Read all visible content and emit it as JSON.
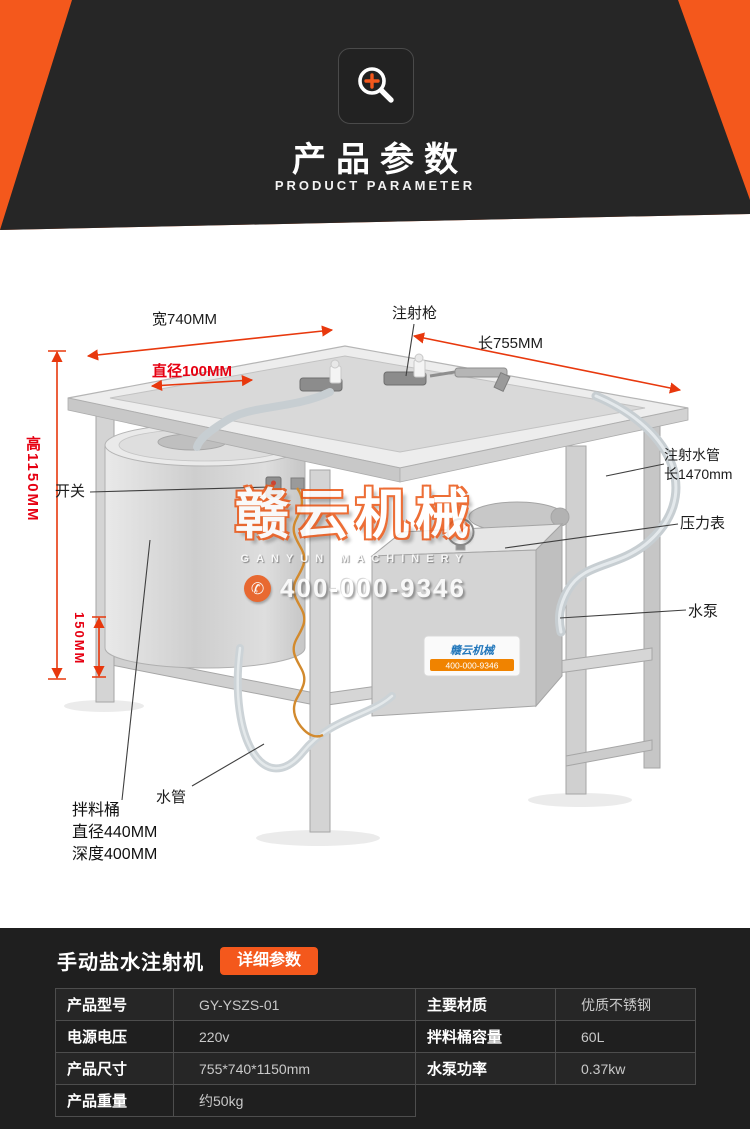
{
  "colors": {
    "accent_orange": "#f4581c",
    "dark_bg": "#262626",
    "dim_red": "#e60012"
  },
  "header": {
    "title": "产品参数",
    "subtitle": "PRODUCT PARAMETER",
    "icon": "magnifier-plus-icon"
  },
  "diagram": {
    "labels": {
      "width": "宽740MM",
      "injection_gun": "注射枪",
      "length": "长755MM",
      "diameter": "直径100MM",
      "height": "高1150MM",
      "switch": "开关",
      "pipe_line1": "注射水管",
      "pipe_line2": "长1470mm",
      "pressure_gauge": "压力表",
      "water_pump": "水泵",
      "shelf_height": "150MM",
      "water_hose": "水管",
      "barrel_line1": "拌料桶",
      "barrel_line2": "直径440MM",
      "barrel_line3": "深度400MM"
    },
    "watermark": {
      "brand": "赣云机械",
      "brand_en": "GANYUN MACHINERY",
      "phone": "400-000-9346"
    },
    "pump_sticker": {
      "brand": "赣云机械",
      "phone": "400-000-9346"
    }
  },
  "specs": {
    "product_name": "手动盐水注射机",
    "badge": "详细参数",
    "rows": [
      {
        "l1": "产品型号",
        "v1": "GY-YSZS-01",
        "l2": "主要材质",
        "v2": "优质不锈钢"
      },
      {
        "l1": "电源电压",
        "v1": "220v",
        "l2": "拌料桶容量",
        "v2": "60L"
      },
      {
        "l1": "产品尺寸",
        "v1": "755*740*1150mm",
        "l2": "水泵功率",
        "v2": "0.37kw"
      },
      {
        "l1": "产品重量",
        "v1": "约50kg",
        "l2": "",
        "v2": ""
      }
    ]
  }
}
